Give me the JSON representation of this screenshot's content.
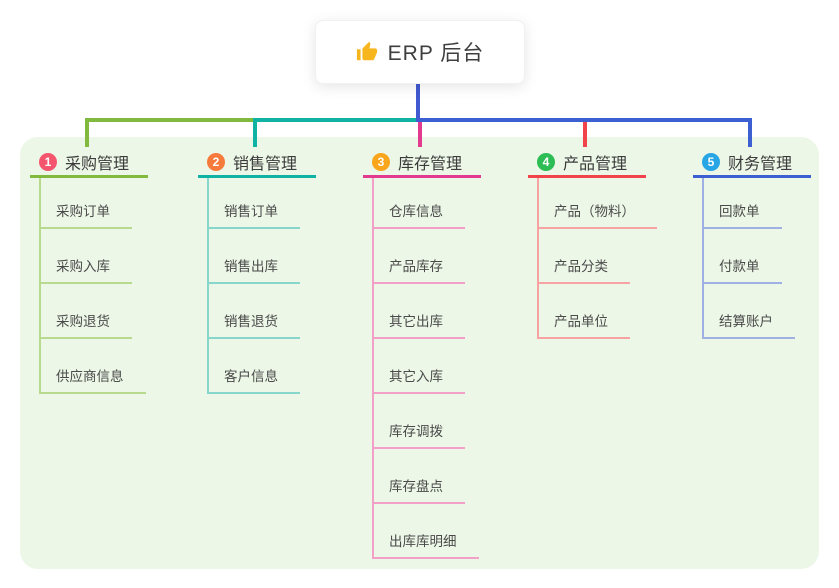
{
  "root": {
    "title": "ERP 后台",
    "icon": "thumbs-up-icon",
    "icon_color": "#f7b51e",
    "connector_color": "#4159d1"
  },
  "panel": {
    "background_color": "#ecf7e7"
  },
  "branches": [
    {
      "num": "1",
      "title": "采购管理",
      "badge_color": "#f4566e",
      "main_color": "#82b93f",
      "light_color": "#b7da8e",
      "children": [
        "采购订单",
        "采购入库",
        "采购退货",
        "供应商信息"
      ]
    },
    {
      "num": "2",
      "title": "销售管理",
      "badge_color": "#f67a3c",
      "main_color": "#10b2a4",
      "light_color": "#86d6cb",
      "children": [
        "销售订单",
        "销售出库",
        "销售退货",
        "客户信息"
      ]
    },
    {
      "num": "3",
      "title": "库存管理",
      "badge_color": "#f9a61d",
      "main_color": "#e23a8e",
      "light_color": "#f2a0c8",
      "children": [
        "仓库信息",
        "产品库存",
        "其它出库",
        "其它入库",
        "库存调拨",
        "库存盘点",
        "出库库明细"
      ]
    },
    {
      "num": "4",
      "title": "产品管理",
      "badge_color": "#2dbd55",
      "main_color": "#f0434a",
      "light_color": "#f7a3a4",
      "children": [
        "产品（物料）",
        "产品分类",
        "产品单位"
      ]
    },
    {
      "num": "5",
      "title": "财务管理",
      "badge_color": "#28a5e5",
      "main_color": "#3c5fd1",
      "light_color": "#9fb0e3",
      "children": [
        "回款单",
        "付款单",
        "结算账户"
      ]
    }
  ]
}
